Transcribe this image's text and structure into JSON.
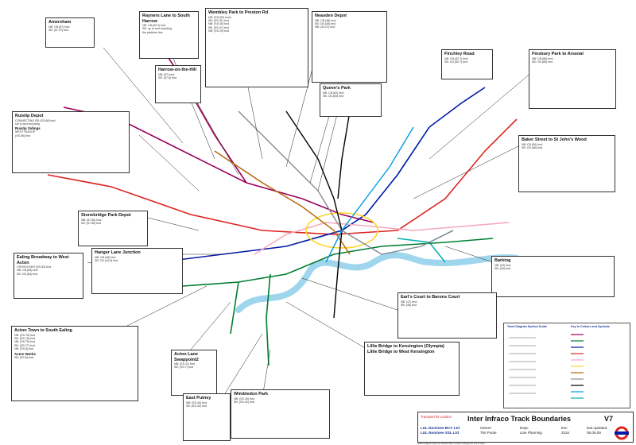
{
  "title_block": {
    "title": "Inter Infraco Track Boundaries",
    "version": "V7",
    "brand": "Transport for London",
    "nominees": [
      "LUL Nominee BCV Ltd",
      "LUL Nominee SSL Ltd"
    ],
    "owner_label": "Owner:",
    "owner": "Tim Poole",
    "dept_label": "Dept:",
    "dept": "Line Planning",
    "ext_label": "Ext:",
    "ext": "3115",
    "updated_label": "last updated:",
    "updated": "05.05.09",
    "footer": "Station Diagram based on Network Map / London Underground. Not to scale."
  },
  "legend": {
    "left_heading": "Track Diagram Symbol Guide",
    "right_heading": "Key to Colours and Symbols"
  },
  "insets": [
    {
      "id": "amersham",
      "title": "Amersham",
      "lines": [
        "NB: CB.(57) bnd",
        "SB: (57.97) bnd"
      ]
    },
    {
      "id": "rayners",
      "title": "Rayners Lane to South Harrow",
      "lines": [
        "NB: CB.(53.2) bnd",
        "SB: up to and including",
        "the platform line"
      ]
    },
    {
      "id": "wembley",
      "title": "Wembley Park to Preston Rd",
      "lines": [
        "NB: (SS.(52) bnd)",
        "SB: (SS.41) bnd",
        "NB: (SS.40) bnd",
        "SB: (SS.47) bnd",
        "NB: (SS.29) bnd"
      ]
    },
    {
      "id": "neasden",
      "title": "Neasden Depot",
      "lines": [
        "NB: CB.(48) bnd",
        "SB: CB.(45) bnd",
        "NB: (44.21) bnd"
      ]
    },
    {
      "id": "finchley",
      "title": "Finchley Road",
      "lines": [
        "NB: CB.(52.7) bnd",
        "SB: CB.(50.7) bnd"
      ]
    },
    {
      "id": "finsbury",
      "title": "Finsbury Park to Arsenal",
      "lines": [
        "NB: CB.(88) bnd",
        "SB: CB.(89) bnd"
      ]
    },
    {
      "id": "harrow",
      "title": "Harrow-on-the-Hill",
      "lines": [
        "NB: (57) bnd",
        "SB: (57.5) bnd"
      ]
    },
    {
      "id": "queens",
      "title": "Queen's Park",
      "lines": [
        "NB: CB.(62) bnd",
        "SB: CB.(63) bnd"
      ]
    },
    {
      "id": "ruislip",
      "title": "Ruislip Depot",
      "lines": [
        "CONNECTING RD (SS.68) bnd",
        "Up to and including"
      ]
    },
    {
      "id": "ruislip-sidings",
      "title": "Ruislip Sidings",
      "lines": [
        "WEST RUISLIP",
        "(SS.56) bnd"
      ]
    },
    {
      "id": "baker",
      "title": "Baker Street to St John's Wood",
      "lines": [
        "NB: CB.(56) bnd",
        "SB: CB.(58) bnd"
      ]
    },
    {
      "id": "stonebridge",
      "title": "Stonebridge Park Depot",
      "lines": [
        "NB: (57.85) bnd",
        "SB: (57.85) bnd"
      ]
    },
    {
      "id": "ealing",
      "title": "Ealing Broadway to West Acton",
      "lines": [
        "CROSSOVER (SS.83) bnd",
        "NB: CB.(83) bnd",
        "SB: CB.(83) bnd"
      ]
    },
    {
      "id": "hanger",
      "title": "Hanger Lane Junction",
      "lines": [
        "NB: CB.(48) bnd",
        "SB: CB.(44.8) bnd"
      ]
    },
    {
      "id": "barking",
      "title": "Barking",
      "lines": [
        "NB: (42) bnd",
        "SB: (43) bnd"
      ]
    },
    {
      "id": "earls",
      "title": "Earl's Court to Barons Court",
      "lines": [
        "NB: (47) bnd",
        "SB: (48) bnd"
      ]
    },
    {
      "id": "acton-town",
      "title": "Acton Town to South Ealing",
      "lines": [
        "NB: (SS.78) bnd",
        "SB: (SS.78) bnd",
        "NB: (SS.75) bnd",
        "SB: (SS.77) bnd",
        "NB: (SS.8) bnd"
      ]
    },
    {
      "id": "acton-works",
      "title": "Acton Works",
      "lines": [
        "SB: (SS.8) bnd"
      ]
    },
    {
      "id": "acton-lane",
      "title": "Acton Lane Swappoint2",
      "lines": [
        "NB: (SS.11) bnd",
        "SB: (SS.7) bnd"
      ]
    },
    {
      "id": "east-putney",
      "title": "East Putney",
      "lines": [
        "NB: (SS.40) bnd",
        "SB: (SS.42) bnd"
      ]
    },
    {
      "id": "wimbledon",
      "title": "Wimbledon Park",
      "lines": [
        "NB: (SS.40) bnd",
        "SB: (SS.42) bnd"
      ]
    },
    {
      "id": "lillie-1",
      "title": "Lillie Bridge to Kensington (Olympia)",
      "lines": []
    },
    {
      "id": "lillie-2",
      "title": "Lillie Bridge to West Kensington",
      "lines": []
    }
  ],
  "colors": {
    "metropolitan": "#9b0058",
    "district": "#007d32",
    "piccadilly": "#0019a8",
    "central": "#dc241f",
    "hammersmith": "#f4a9be",
    "circle": "#ffd329",
    "bakerloo": "#b26300",
    "jubilee": "#838d93",
    "northern": "#000000",
    "victoria": "#039be5",
    "thames": "#9fd6ee",
    "dlr": "#00afad"
  }
}
